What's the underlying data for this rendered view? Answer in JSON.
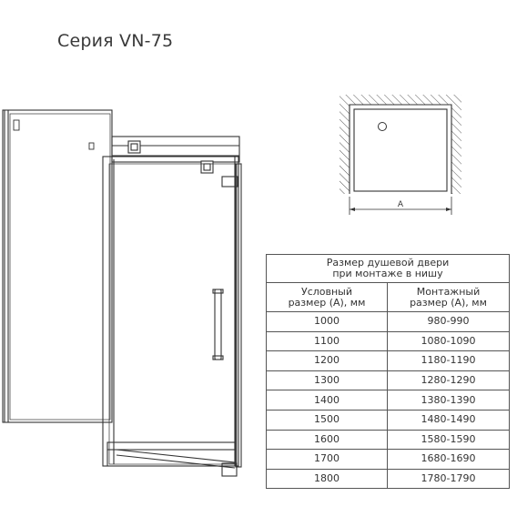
{
  "page": {
    "title": "Серия VN-75"
  },
  "niche_diagram": {
    "dimension_label": "A"
  },
  "size_table": {
    "title_line1": "Размер душевой двери",
    "title_line2": "при монтаже в нишу",
    "columns": [
      {
        "line1": "Условный",
        "line2": "размер (A), мм"
      },
      {
        "line1": "Монтажный",
        "line2": "размер (A), мм"
      }
    ],
    "rows": [
      [
        "1000",
        "980-990"
      ],
      [
        "1100",
        "1080-1090"
      ],
      [
        "1200",
        "1180-1190"
      ],
      [
        "1300",
        "1280-1290"
      ],
      [
        "1400",
        "1380-1390"
      ],
      [
        "1500",
        "1480-1490"
      ],
      [
        "1600",
        "1580-1590"
      ],
      [
        "1700",
        "1680-1690"
      ],
      [
        "1800",
        "1780-1790"
      ]
    ]
  }
}
